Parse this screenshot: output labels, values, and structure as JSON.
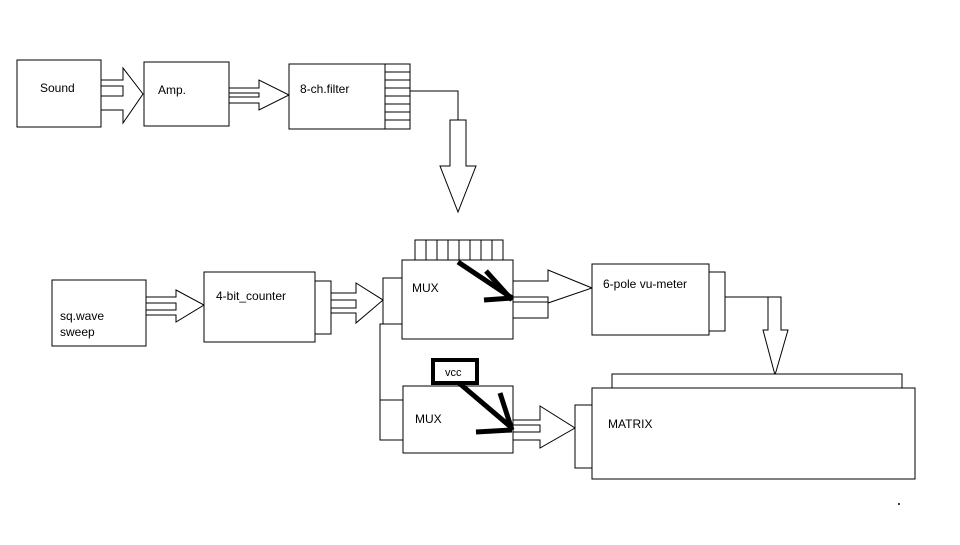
{
  "diagram": {
    "blocks": {
      "sound": "Sound",
      "amp": "Amp.",
      "filter": "8-ch.filter",
      "sqwave_line1": "sq.wave",
      "sqwave_line2": "sweep",
      "counter": "4-bit_counter",
      "mux_top": "MUX",
      "vumeter": "6-pole vu-meter",
      "vcc": "vcc",
      "mux_bottom": "MUX",
      "matrix": "MATRIX"
    },
    "colors": {
      "stroke": "#000000",
      "fill": "#ffffff"
    }
  }
}
